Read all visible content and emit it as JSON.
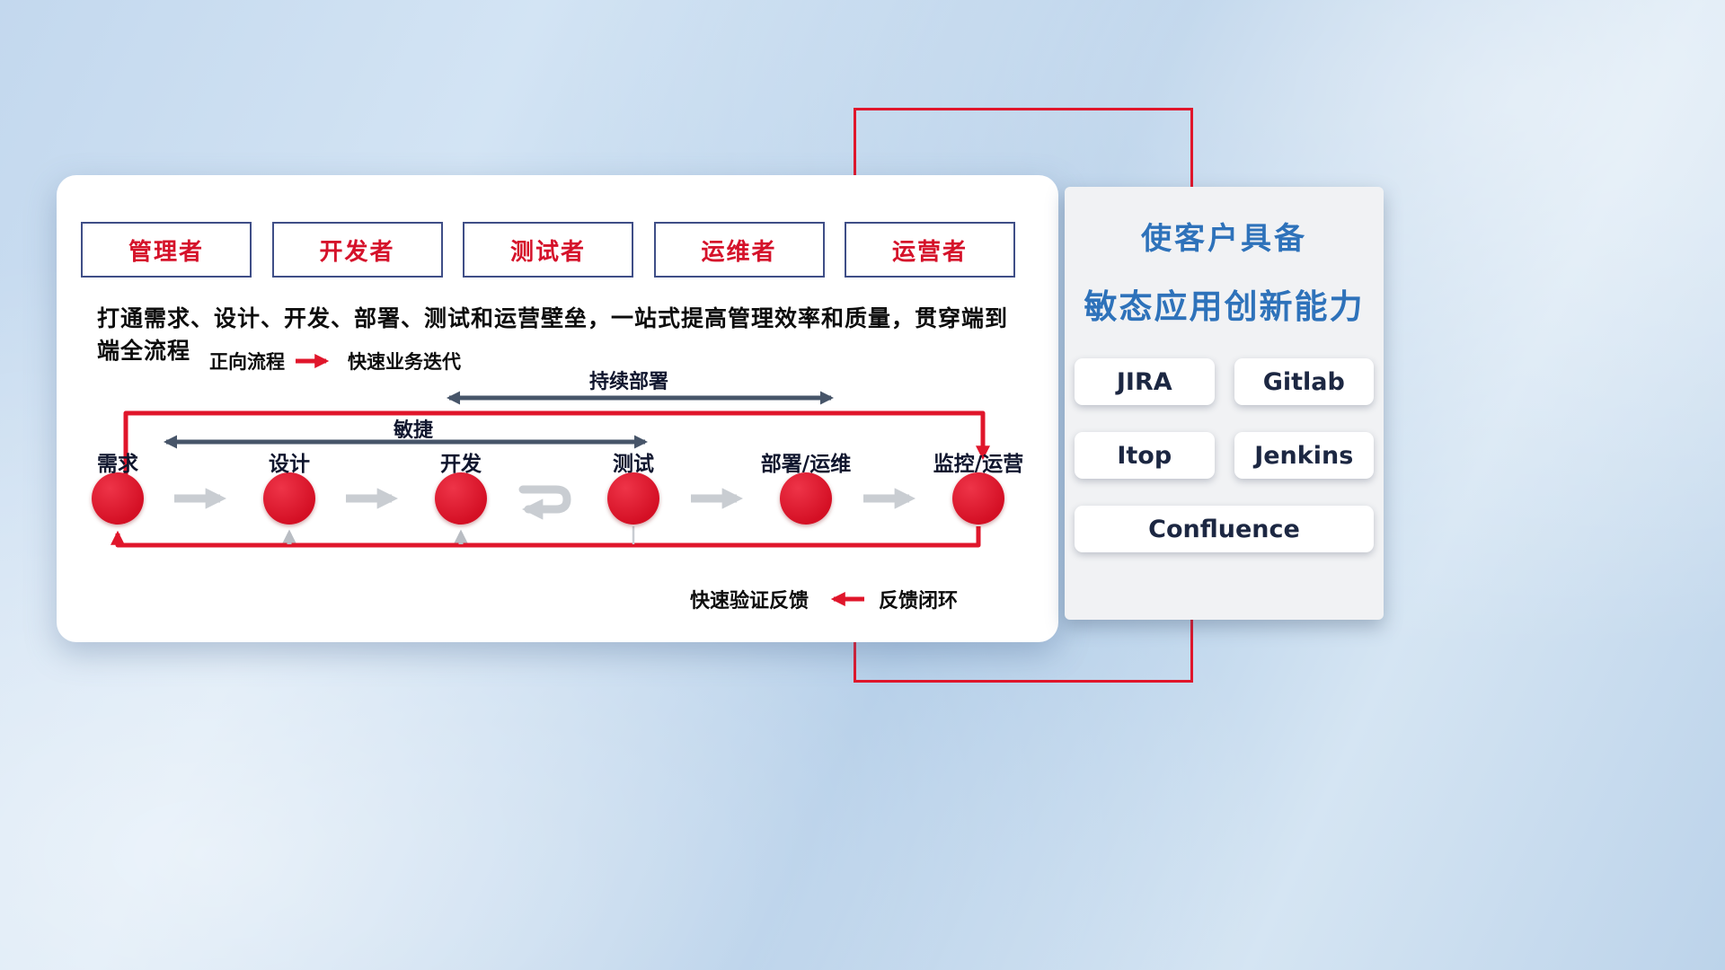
{
  "main_card": {
    "roles": [
      {
        "label": "管理者"
      },
      {
        "label": "开发者"
      },
      {
        "label": "测试者"
      },
      {
        "label": "运维者"
      },
      {
        "label": "运营者"
      }
    ],
    "description": "打通需求、设计、开发、部署、测试和运营壁垒，一站式提高管理效率和质量，贯穿端到端全流程",
    "forward_legend": {
      "label": "正向流程",
      "caption": "快速业务迭代"
    },
    "continuous_deploy_label": "持续部署",
    "agile_label": "敏捷",
    "nodes": [
      {
        "label": "需求"
      },
      {
        "label": "设计"
      },
      {
        "label": "开发"
      },
      {
        "label": "测试"
      },
      {
        "label": "部署/运维"
      },
      {
        "label": "监控/运营"
      }
    ],
    "feedback_legend": {
      "label": "快速验证反馈",
      "caption": "反馈闭环"
    }
  },
  "side_panel": {
    "title_line1": "使客户具备",
    "title_line2": "敏态应用创新能力",
    "tools": [
      {
        "label": "JIRA"
      },
      {
        "label": "Gitlab"
      },
      {
        "label": "Itop"
      },
      {
        "label": "Jenkins"
      },
      {
        "label": "Confluence"
      }
    ]
  },
  "colors": {
    "accent_red": "#e0162b",
    "title_blue": "#2e72ba",
    "arrow_dark": "#475569",
    "arrow_gray": "#c9cdd2",
    "role_border": "#3f4e87"
  }
}
